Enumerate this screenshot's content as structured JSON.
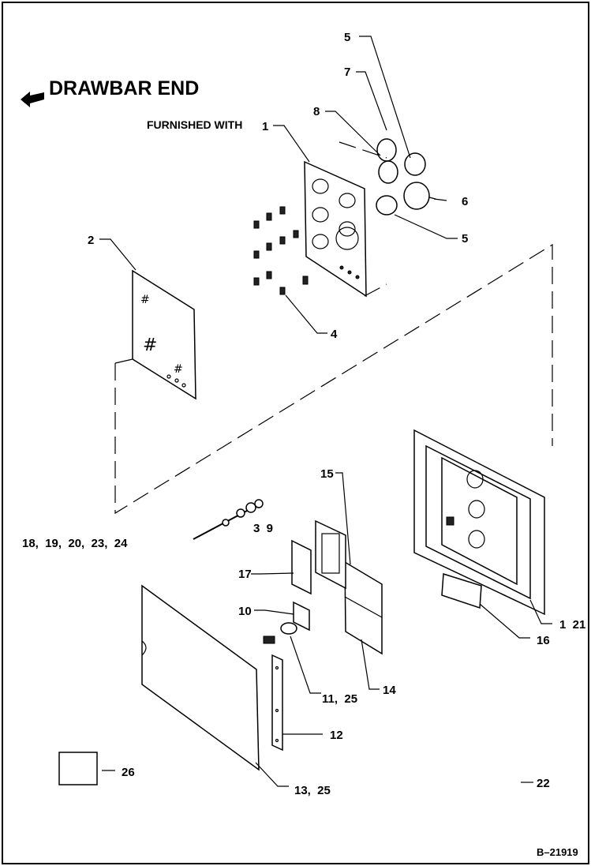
{
  "title": "DRAWBAR END",
  "furnished_with": "FURNISHED WITH",
  "callouts": {
    "c1": "1",
    "c2": "2",
    "c3_9": "3  9",
    "c4": "4",
    "c5_top": "5",
    "c5_bottom": "5",
    "c6": "6",
    "c7": "7",
    "c8": "8",
    "c10": "10",
    "c11_25": "11,  25",
    "c12": "12",
    "c13_25": "13,  25",
    "c14": "14",
    "c15": "15",
    "c16": "16",
    "c17": "17",
    "c18_24": "18,  19,  20,  23,  24",
    "c1_21": "1  21",
    "c22": "22",
    "c26": "26"
  },
  "figure_ref": "B–21919",
  "icons": [
    "arrow-left-icon"
  ]
}
